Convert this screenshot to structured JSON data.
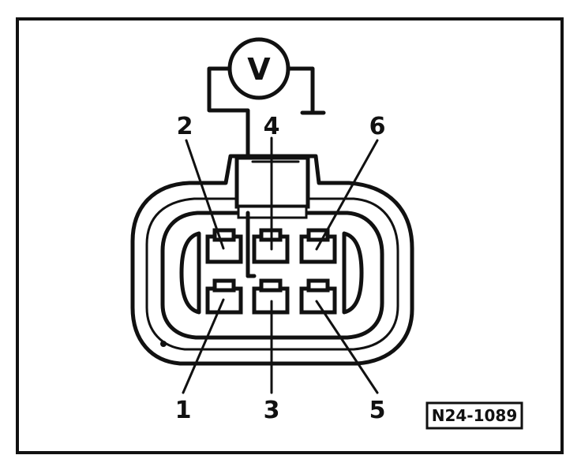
{
  "meter": {
    "symbol": "V"
  },
  "pins": [
    {
      "number": "1"
    },
    {
      "number": "2"
    },
    {
      "number": "3"
    },
    {
      "number": "4"
    },
    {
      "number": "5"
    },
    {
      "number": "6"
    }
  ],
  "reference_code": "N24-1089",
  "colors": {
    "ink": "#111111",
    "background": "#ffffff"
  }
}
